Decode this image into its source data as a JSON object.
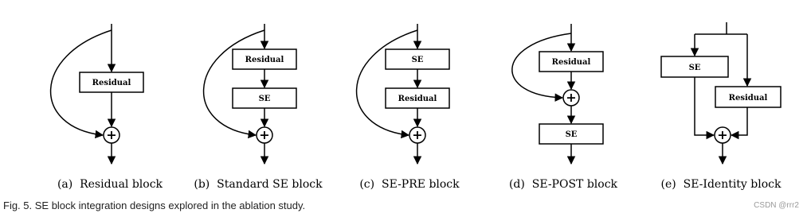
{
  "subfigures": [
    {
      "id": "a",
      "caption": "(a)  Residual block",
      "boxes": [
        "Residual"
      ]
    },
    {
      "id": "b",
      "caption": "(b)  Standard SE block",
      "boxes": [
        "Residual",
        "SE"
      ]
    },
    {
      "id": "c",
      "caption": "(c)  SE-PRE block",
      "boxes": [
        "SE",
        "Residual"
      ]
    },
    {
      "id": "d",
      "caption": "(d)  SE-POST block",
      "boxes": [
        "Residual",
        "SE"
      ]
    },
    {
      "id": "e",
      "caption": "(e)  SE-Identity block",
      "boxes": [
        "SE",
        "Residual"
      ]
    }
  ],
  "operator_symbol": "+",
  "figure_caption": "Fig. 5. SE block integration designs explored in the ablation study.",
  "watermark": "CSDN @rrr2"
}
